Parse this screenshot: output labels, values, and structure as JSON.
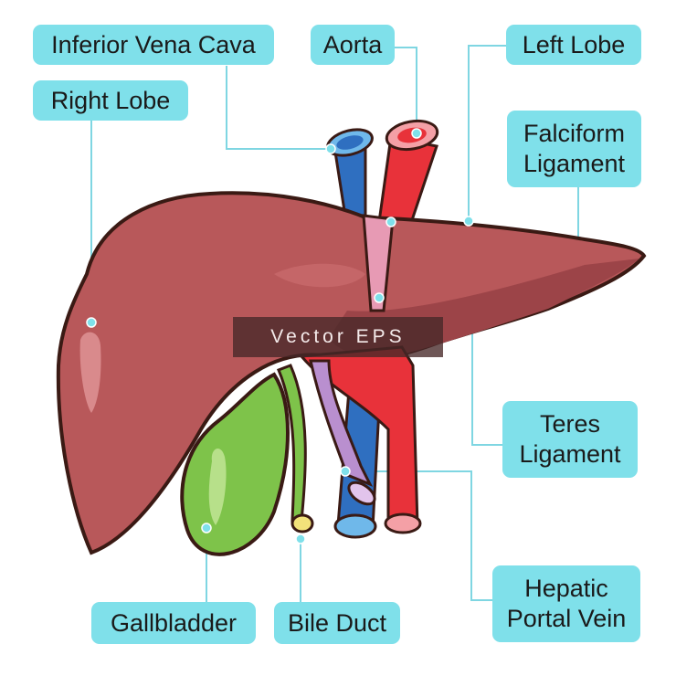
{
  "labels": {
    "inferior_vena_cava": "Inferior Vena Cava",
    "aorta": "Aorta",
    "left_lobe": "Left Lobe",
    "right_lobe": "Right Lobe",
    "falciform_ligament_line1": "Falciform",
    "falciform_ligament_line2": "Ligament",
    "teres_ligament_line1": "Teres",
    "teres_ligament_line2": "Ligament",
    "hepatic_portal_vein_line1": "Hepatic",
    "hepatic_portal_vein_line2": "Portal Vein",
    "gallbladder": "Gallbladder",
    "bile_duct": "Bile Duct"
  },
  "watermark": "Vector EPS",
  "colors": {
    "label_bg": "#7fe0ea",
    "leader_line": "#7fd6e2",
    "liver": "#b8585a",
    "liver_dark": "#9c4448",
    "aorta": "#e8323a",
    "vena_cava": "#2f6fc0",
    "gallbladder": "#7ec34a",
    "ligament_pink": "#e79ab4",
    "portal_vein": "#b98fcf",
    "outline": "#3a1a14"
  }
}
